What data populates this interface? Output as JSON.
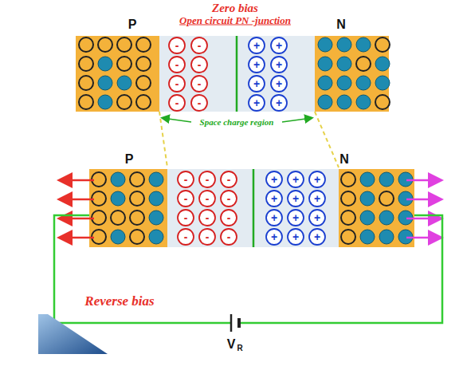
{
  "diagram": {
    "title": "Zero bias",
    "labels": [
      "Open circuit PN -junction",
      "P",
      "N",
      "-",
      "-",
      "-",
      "-",
      "-",
      "-",
      "-",
      "-",
      "+",
      "+",
      "+",
      "+",
      "+",
      "+",
      "+",
      "+",
      "Space charge region",
      "P",
      "N",
      "-",
      "-",
      "-",
      "-",
      "-",
      "-",
      "-",
      "-",
      "-",
      "-",
      "-",
      "-",
      "+",
      "+",
      "+",
      "+",
      "+",
      "+",
      "+",
      "+",
      "+",
      "+",
      "+",
      "+",
      "Reverse bias",
      "V",
      "R"
    ]
  }
}
